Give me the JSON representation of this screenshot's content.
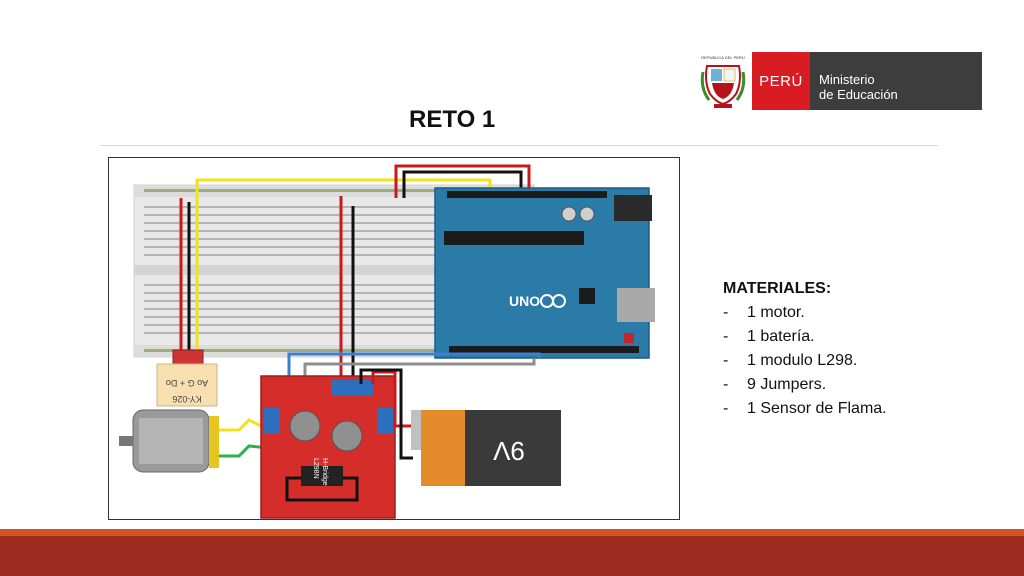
{
  "header": {
    "logo": {
      "seal_text": "REPUBLICA DEL PERU",
      "country": "PERÚ",
      "ministry_line1": "Ministerio",
      "ministry_line2": "de Educación"
    },
    "title": "RETO 1"
  },
  "figure": {
    "sensor_label_line1": "Ao G + Do",
    "sensor_label_line2": "KY-026",
    "arduino_label": "UNO",
    "driver_label": "L298N",
    "driver_sublabel": "H-Bridge",
    "battery_label": "9V"
  },
  "materials": {
    "heading": "MATERIALES:",
    "items": [
      "1 motor.",
      "1 batería.",
      "1 modulo L298.",
      "9 Jumpers.",
      "1 Sensor de Flama."
    ]
  },
  "colors": {
    "accent_red": "#d91b24",
    "footer_dark": "#9e2b1f",
    "footer_light": "#d35425",
    "arduino_blue": "#2a7ba8",
    "driver_red": "#d42d2a"
  }
}
